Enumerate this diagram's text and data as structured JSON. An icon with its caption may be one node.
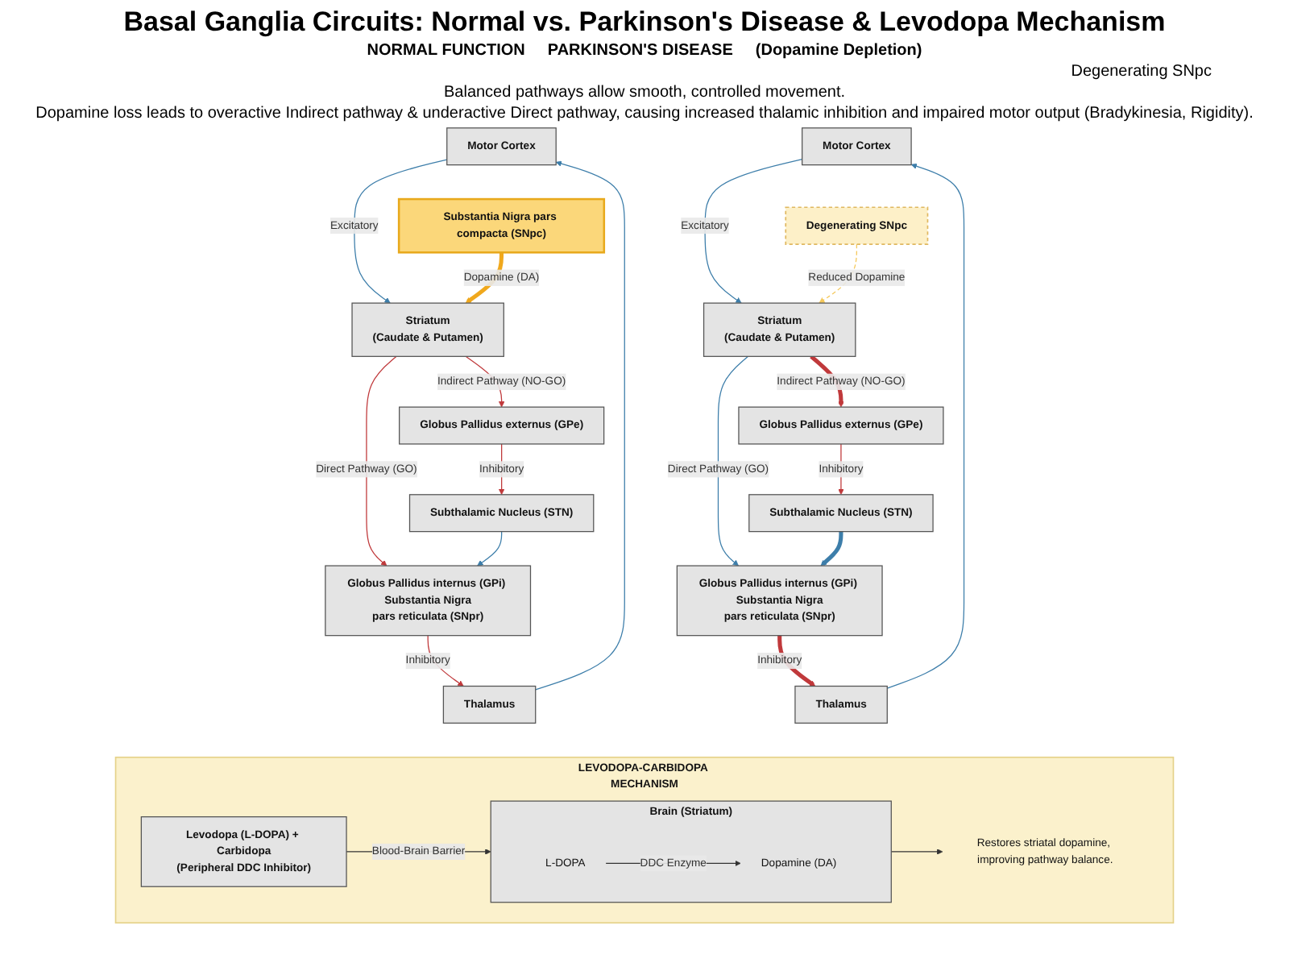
{
  "diagram": {
    "title": "Basal Ganglia Circuits: Normal vs. Parkinson's Disease & Levodopa Mechanism",
    "nodes": [
      {
        "text": [
          "Motor Cortex"
        ]
      },
      {
        "text": [
          "Striatum",
          "(Caudate & Putamen)"
        ]
      },
      {
        "text": [
          "Substantia Nigra pars compacta (SNpc)"
        ]
      },
      {
        "text": [
          "Thalamus"
        ]
      },
      {
        "text": [
          "Globus Pallidus internus (GPi) Substantia Nigra",
          "pars reticulata (SNpr)"
        ]
      },
      {
        "text": [
          "Globus Pallidus externus (GPe)"
        ]
      },
      {
        "text": [
          "Subthalamic Nucleus (STN)"
        ]
      },
      {
        "text": [
          "Motor Cortex"
        ]
      },
      {
        "text": [
          "Striatum",
          "(Caudate & Putamen)"
        ]
      },
      {
        "text": [
          "Degenerating SNpc"
        ]
      },
      {
        "text": [
          "Thalamus"
        ]
      },
      {
        "text": [
          "Globus Pallidus internus (GPi) Substantia Nigra",
          "pars reticulata (SNpr)"
        ]
      },
      {
        "text": [
          "Globus Pallidus externus (GPe)"
        ]
      },
      {
        "text": [
          "Subthalamic Nucleus (STN)"
        ]
      },
      {
        "text": [
          "LEVODOPA-CARBIDOPA MECHANISM"
        ]
      },
      {
        "text": [
          "Levodopa (L-DOPA) + Carbidopa",
          "(Peripheral DDC Inhibitor)"
        ],
        "in": 14
      },
      {
        "text": [
          "Brain (Striatum)"
        ],
        "in": 14
      },
      {
        "text": [
          "L-DOPA"
        ],
        "in": 16
      },
      {
        "text": [
          "Dopamine (DA)"
        ],
        "in": 16
      },
      {
        "text": [
          "Restores striatal dopamine, improving pathway balance."
        ],
        "in": 14
      }
    ],
    "edges": [
      {
        "from": 0,
        "to": 1,
        "arrow": "to",
        "label": "Excitatory",
        "color": "#3d7eaa"
      },
      {
        "from": 2,
        "to": 1,
        "arrow": "to",
        "label": "Dopamine (DA)",
        "style": "thick",
        "color": "#f0a81c"
      },
      {
        "from": 1,
        "to": 4,
        "arrow": "to",
        "label": "Direct Pathway (GO)",
        "color": "#c0393b"
      },
      {
        "from": 1,
        "to": 5,
        "arrow": "to",
        "label": "Indirect Pathway (NO-GO)",
        "color": "#c0393b"
      },
      {
        "from": 5,
        "to": 6,
        "arrow": "to",
        "label": "Inhibitory",
        "color": "#c0393b"
      },
      {
        "from": 6,
        "to": 4,
        "arrow": "to",
        "color": "#3d7eaa"
      },
      {
        "from": 4,
        "to": 3,
        "arrow": "to",
        "label": "Inhibitory",
        "color": "#c0393b"
      },
      {
        "from": 3,
        "to": 0,
        "arrow": "to",
        "color": "#3d7eaa"
      },
      {
        "from": 7,
        "to": 8,
        "arrow": "to",
        "label": "Excitatory",
        "color": "#3d7eaa"
      },
      {
        "from": 9,
        "to": 8,
        "arrow": "to",
        "label": "Reduced Dopamine",
        "style": "dashed",
        "color": "#f5c85a"
      },
      {
        "from": 8,
        "to": 11,
        "arrow": "to",
        "label": "Direct Pathway (GO)",
        "color": "#3d7eaa"
      },
      {
        "from": 8,
        "to": 12,
        "arrow": "to",
        "label": "Indirect Pathway (NO-GO)",
        "style": "thick",
        "color": "#c0393b"
      },
      {
        "from": 12,
        "to": 13,
        "arrow": "to",
        "label": "Inhibitory",
        "color": "#c0393b"
      },
      {
        "from": 13,
        "to": 11,
        "arrow": "to",
        "style": "thick",
        "color": "#3d7eaa"
      },
      {
        "from": 11,
        "to": 10,
        "arrow": "to",
        "label": "Inhibitory",
        "style": "thick",
        "color": "#c0393b"
      },
      {
        "from": 10,
        "to": 7,
        "arrow": "to",
        "color": "#3d7eaa"
      },
      {
        "from": 15,
        "to": 16,
        "arrow": "to",
        "label": "Blood-Brain Barrier",
        "color": "#333333"
      },
      {
        "from": 17,
        "to": 18,
        "arrow": "to",
        "label": "DDC Enzyme",
        "color": "#333333"
      },
      {
        "from": 16,
        "to": 19,
        "arrow": "to",
        "color": "#333333"
      }
    ],
    "labels": [
      "NORMAL FUNCTION",
      "PARKINSON'S DISEASE",
      "(Dopamine Depletion)",
      "Degenerating SNpc",
      "Balanced pathways allow smooth, controlled movement.",
      "Dopamine loss leads to overactive Indirect pathway & underactive Direct pathway, causing increased thalamic inhibition and impaired motor output (Bradykinesia, Rigidity)."
    ]
  }
}
